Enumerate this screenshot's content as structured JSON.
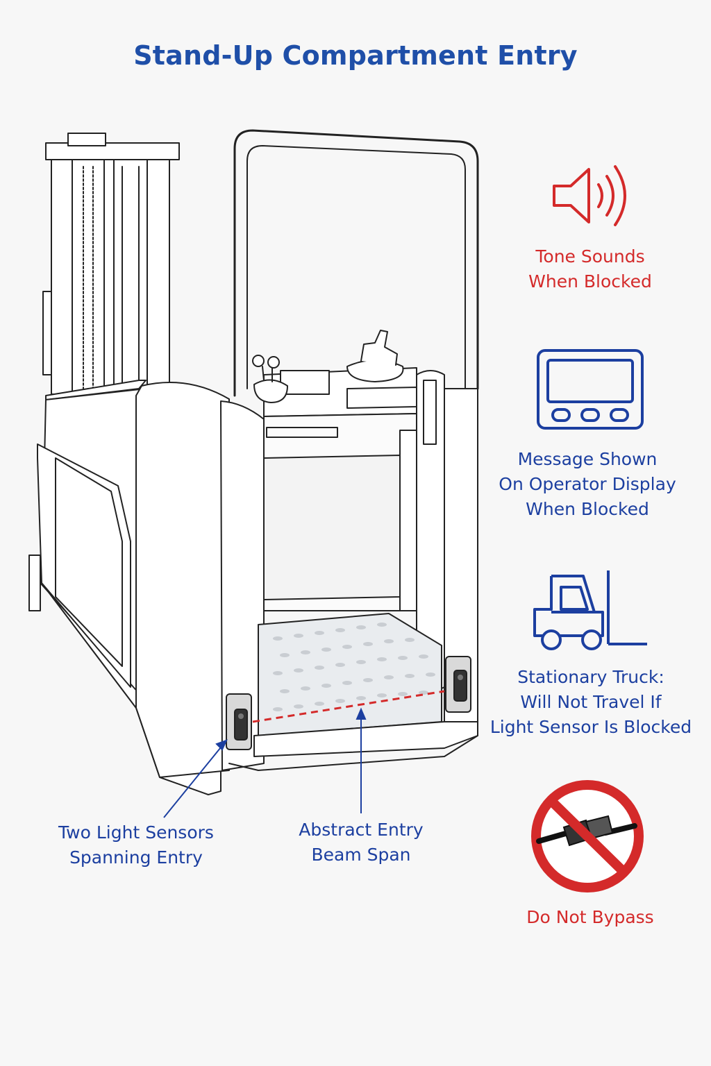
{
  "title": "Stand-Up Compartment Entry",
  "colors": {
    "title": "#1f4fa8",
    "warning": "#d42a2a",
    "info": "#1c3fa0",
    "beam": "#d42a2a"
  },
  "icons": {
    "speaker": "speaker-icon",
    "display": "operator-display-icon",
    "forklift": "forklift-icon",
    "prohibited": "no-bypass-icon"
  },
  "callouts": {
    "tone": "Tone Sounds\nWhen Blocked",
    "display": "Message Shown\nOn Operator Display\nWhen Blocked",
    "stationary": "Stationary Truck:\nWill Not Travel If\nLight Sensor Is Blocked",
    "bypass": "Do Not Bypass",
    "sensors": "Two Light Sensors\nSpanning Entry",
    "beam": "Abstract Entry\nBeam Span"
  }
}
